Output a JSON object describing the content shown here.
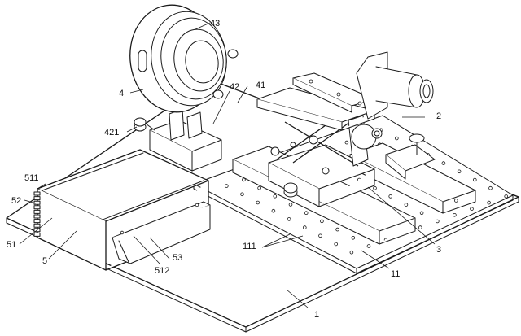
{
  "labels": {
    "l1": "1",
    "l2": "2",
    "l3": "3",
    "l4": "4",
    "l5": "5",
    "l11": "11",
    "l41": "41",
    "l42": "42",
    "l43": "43",
    "l51": "51",
    "l52": "52",
    "l53": "53",
    "l111": "111",
    "l421": "421",
    "l511": "511",
    "l512": "512"
  }
}
